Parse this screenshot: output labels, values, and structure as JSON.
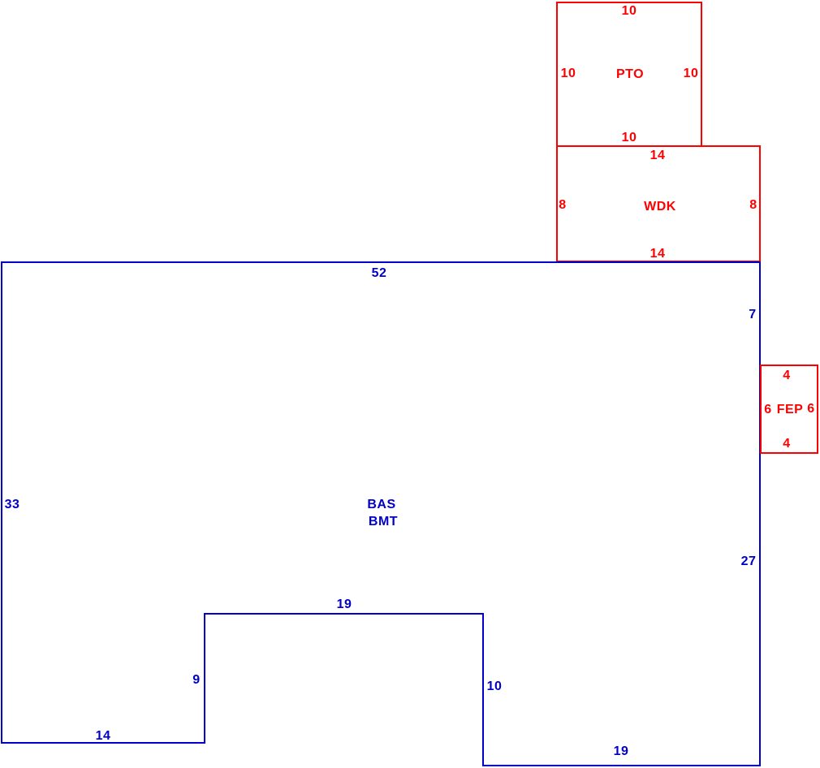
{
  "colors": {
    "red": "#ff0000",
    "blue": "#0000c8"
  },
  "areas": {
    "pto": {
      "label": "PTO",
      "dim_top": "10",
      "dim_left": "10",
      "dim_right": "10",
      "dim_bottom": "10"
    },
    "wdk": {
      "label": "WDK",
      "dim_top": "14",
      "dim_left": "8",
      "dim_right": "8",
      "dim_bottom": "14"
    },
    "fep": {
      "label": "FEP",
      "dim_top": "4",
      "dim_left": "6",
      "dim_right": "6",
      "dim_bottom": "4"
    },
    "bas": {
      "label_line1": "BAS",
      "label_line2": "BMT",
      "dim_top": "52",
      "dim_right_upper": "7",
      "dim_right_lower": "27",
      "dim_left": "33",
      "dim_notch_top": "19",
      "dim_notch_left": "9",
      "dim_notch_right": "10",
      "dim_bottom_left": "14",
      "dim_bottom_right": "19"
    }
  }
}
